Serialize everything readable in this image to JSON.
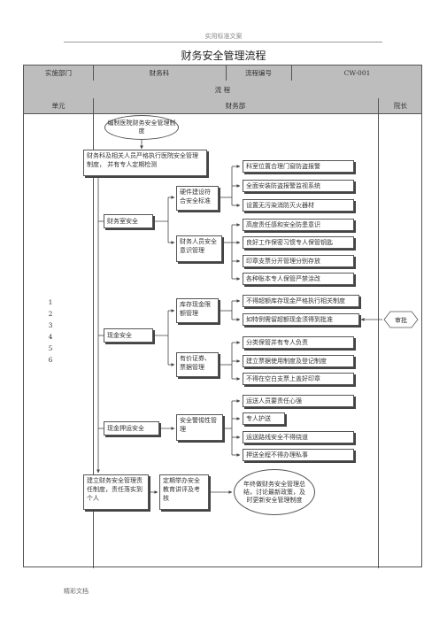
{
  "header_note": "实用标准文案",
  "title": "财务安全管理流程",
  "table": {
    "dept_label": "实施部门",
    "dept_value": "财务科",
    "code_label": "流程编号",
    "code_value": "CW-001",
    "flow_label": "流      程",
    "unit_label": "单元",
    "finance_dept": "财务部",
    "president": "院长",
    "step_numbers": [
      "1",
      "2",
      "3",
      "4",
      "5",
      "6"
    ]
  },
  "flow": {
    "start": "编制医院财务安全管理制度",
    "strict": "财务科及相关人员严格执行医院安全管理制度，  并有专人定期检测",
    "room_safety": "财务室安全",
    "hardware": "硬件建设符合安全标准",
    "hardware_items": [
      "科室位置合理门窗防盗报警",
      "全面安装防盗报警监视系统",
      "设置无污染消防灭火器材"
    ],
    "staff": "财务人员安全意识管理",
    "staff_items": [
      "高度责任感和安全防患意识",
      "良好工作保密习惯专人保管钥匙",
      "印章支票分开管理分别存放",
      "各种账本专人保管严禁涂改"
    ],
    "cash_safety": "现金安全",
    "cash_limit": "库存现金限额管理",
    "cash_limit_items": [
      "不得超额库存现金严格执行相关制度",
      "如特例需留超额现金须得到批准"
    ],
    "approve": "审批",
    "securities": "有价证券、票据管理",
    "securities_items": [
      "分类保管并有专人负责",
      "建立票据使用制度及登记制度",
      "不得在空白支票上盖好印章"
    ],
    "escort": "现金押运安全",
    "escort_alert": "安全警惕性管理",
    "escort_items": [
      "运送人员要责任心强",
      "专人护送",
      "运送路线安全不得绕道",
      "押送全程不得办理私事"
    ],
    "responsibility": "建立财务安全管理责任制度，责任落实到个人",
    "training": "定期举办安全教育讲评及考核",
    "annual": "年终做财务安全管理总结，讨论最新政策，及时更新安全管理制度"
  },
  "footer": "精彩文档"
}
